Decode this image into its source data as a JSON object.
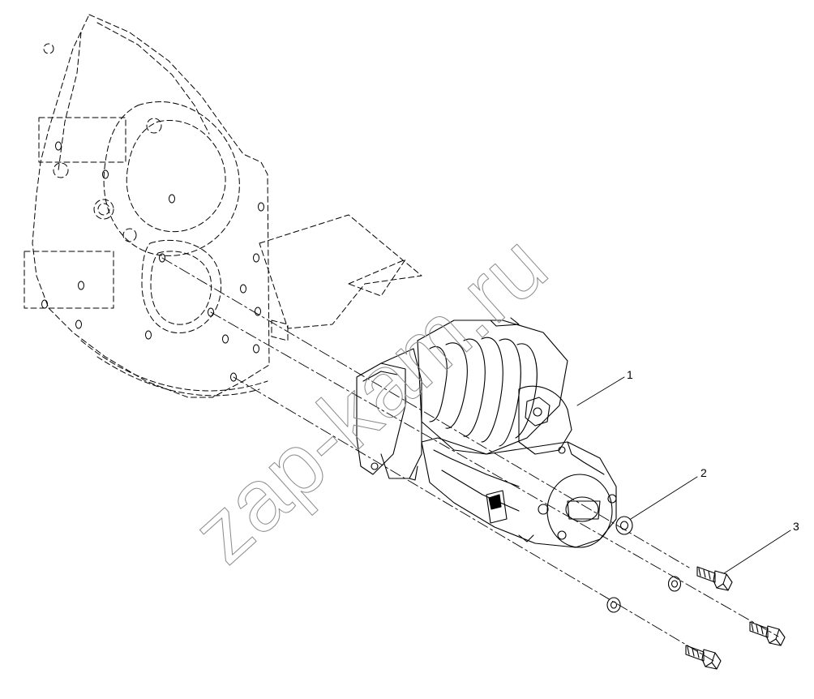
{
  "watermark": "zap-kam.ru",
  "callouts": [
    {
      "id": "1",
      "label": "1"
    },
    {
      "id": "2",
      "label": "2"
    },
    {
      "id": "3",
      "label": "3"
    }
  ],
  "colors": {
    "line": "#000000",
    "watermark_stroke": "#8a8a8a",
    "background": "#ffffff"
  }
}
